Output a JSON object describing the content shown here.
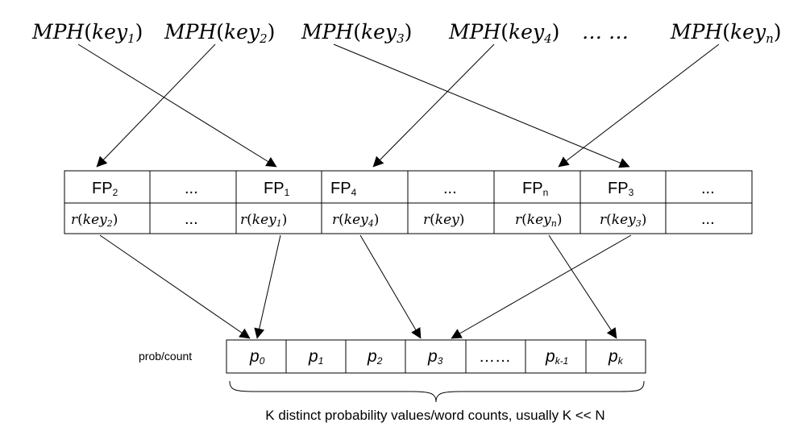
{
  "mph_row": {
    "fn": "MPH",
    "key": "key",
    "items": [
      {
        "sub": "1"
      },
      {
        "sub": "2"
      },
      {
        "sub": "3"
      },
      {
        "sub": "4"
      }
    ],
    "ellipsis": "… …",
    "last_sub": "n"
  },
  "table": {
    "fp_prefix": "FP",
    "fp_cells": [
      {
        "sub": "2"
      },
      {
        "text": "..."
      },
      {
        "sub": "1"
      },
      {
        "sub": "4"
      },
      {
        "text": "..."
      },
      {
        "sub": "n"
      },
      {
        "sub": "3"
      },
      {
        "text": "..."
      }
    ],
    "r_fn": "r",
    "r_key": "key",
    "r_cells": [
      {
        "sub": "2"
      },
      {
        "text": "..."
      },
      {
        "sub": "1"
      },
      {
        "sub": "4"
      },
      {
        "plain": true
      },
      {
        "sub": "n"
      },
      {
        "sub": "3"
      },
      {
        "text": "..."
      }
    ]
  },
  "prob": {
    "label": "prob/count",
    "symbol": "p",
    "cells": [
      {
        "sub": "0"
      },
      {
        "sub": "1"
      },
      {
        "sub": "2"
      },
      {
        "sub": "3"
      },
      {
        "text": "……"
      },
      {
        "sub": "k-1"
      },
      {
        "sub": "k"
      }
    ]
  },
  "caption": "K distinct probability values/word counts, usually K << N"
}
